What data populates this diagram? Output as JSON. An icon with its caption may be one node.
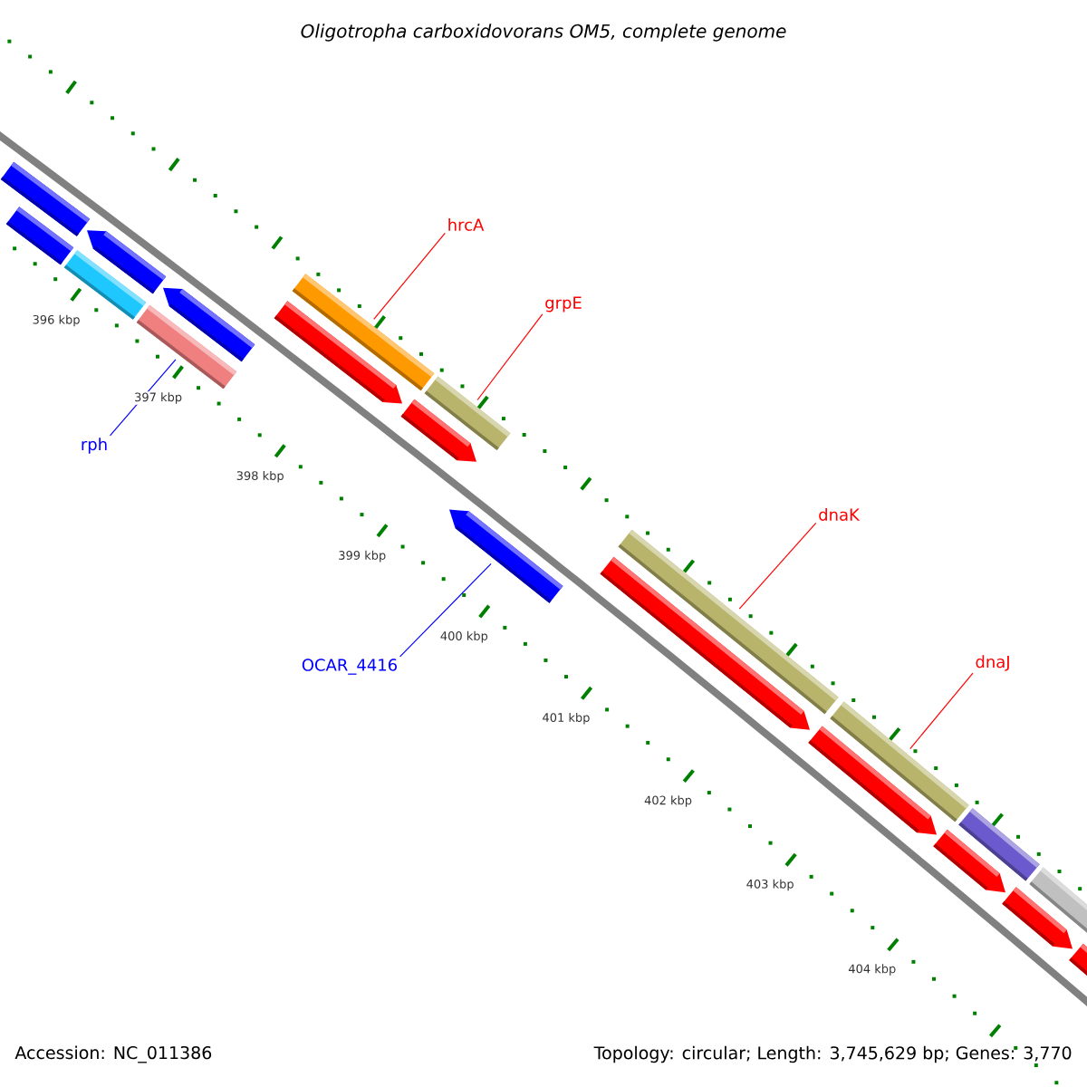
{
  "diagram": {
    "title": "Oligotropha carboxidovorans OM5, complete genome",
    "nodes": [
      {
        "text": [
          "hrcA"
        ]
      },
      {
        "text": [],
        "shape": "bar"
      },
      {
        "text": [
          "grpE"
        ]
      },
      {
        "text": [],
        "shape": "bar"
      },
      {
        "text": [
          "rph"
        ]
      },
      {
        "text": [],
        "shape": "bar"
      },
      {
        "text": [
          "OCAR_4416"
        ]
      },
      {
        "text": [],
        "shape": "bar"
      },
      {
        "text": [
          "dnaK"
        ]
      },
      {
        "text": [],
        "shape": "bar"
      },
      {
        "text": [
          "dnaJ"
        ]
      },
      {
        "text": [],
        "shape": "bar"
      },
      {
        "text": [],
        "shape": "bar"
      },
      {
        "text": [],
        "shape": "bar"
      },
      {
        "text": [],
        "shape": "bar"
      },
      {
        "text": [],
        "shape": "bar"
      },
      {
        "text": [],
        "shape": "bar"
      },
      {
        "text": [],
        "shape": "bar"
      },
      {
        "text": [],
        "shape": "bar"
      },
      {
        "text": [],
        "shape": "bar"
      },
      {
        "text": [],
        "shape": "bar"
      },
      {
        "text": [],
        "shape": "bar"
      },
      {
        "text": [],
        "shape": "bar"
      },
      {
        "text": [],
        "shape": "bar"
      },
      {
        "text": [],
        "shape": "bar"
      },
      {
        "text": [],
        "shape": "bar"
      }
    ],
    "edges": [
      {
        "from": 0,
        "to": 1,
        "arrow": "none"
      },
      {
        "from": 2,
        "to": 3,
        "arrow": "none"
      },
      {
        "from": 4,
        "to": 5,
        "arrow": "none",
        "color": "#0000ff"
      },
      {
        "from": 6,
        "to": 7,
        "arrow": "none",
        "color": "#0000ff"
      },
      {
        "from": 8,
        "to": 9,
        "arrow": "none"
      },
      {
        "from": 10,
        "to": 11,
        "arrow": "none"
      }
    ],
    "labels": [
      "396 kbp",
      "397 kbp",
      "398 kbp",
      "399 kbp",
      "400 kbp",
      "401 kbp",
      "402 kbp",
      "403 kbp",
      "404 kbp",
      "Accession: NC_011386",
      "Topology: circular; Length: 3,745,629 bp; Genes: 3,770"
    ]
  }
}
